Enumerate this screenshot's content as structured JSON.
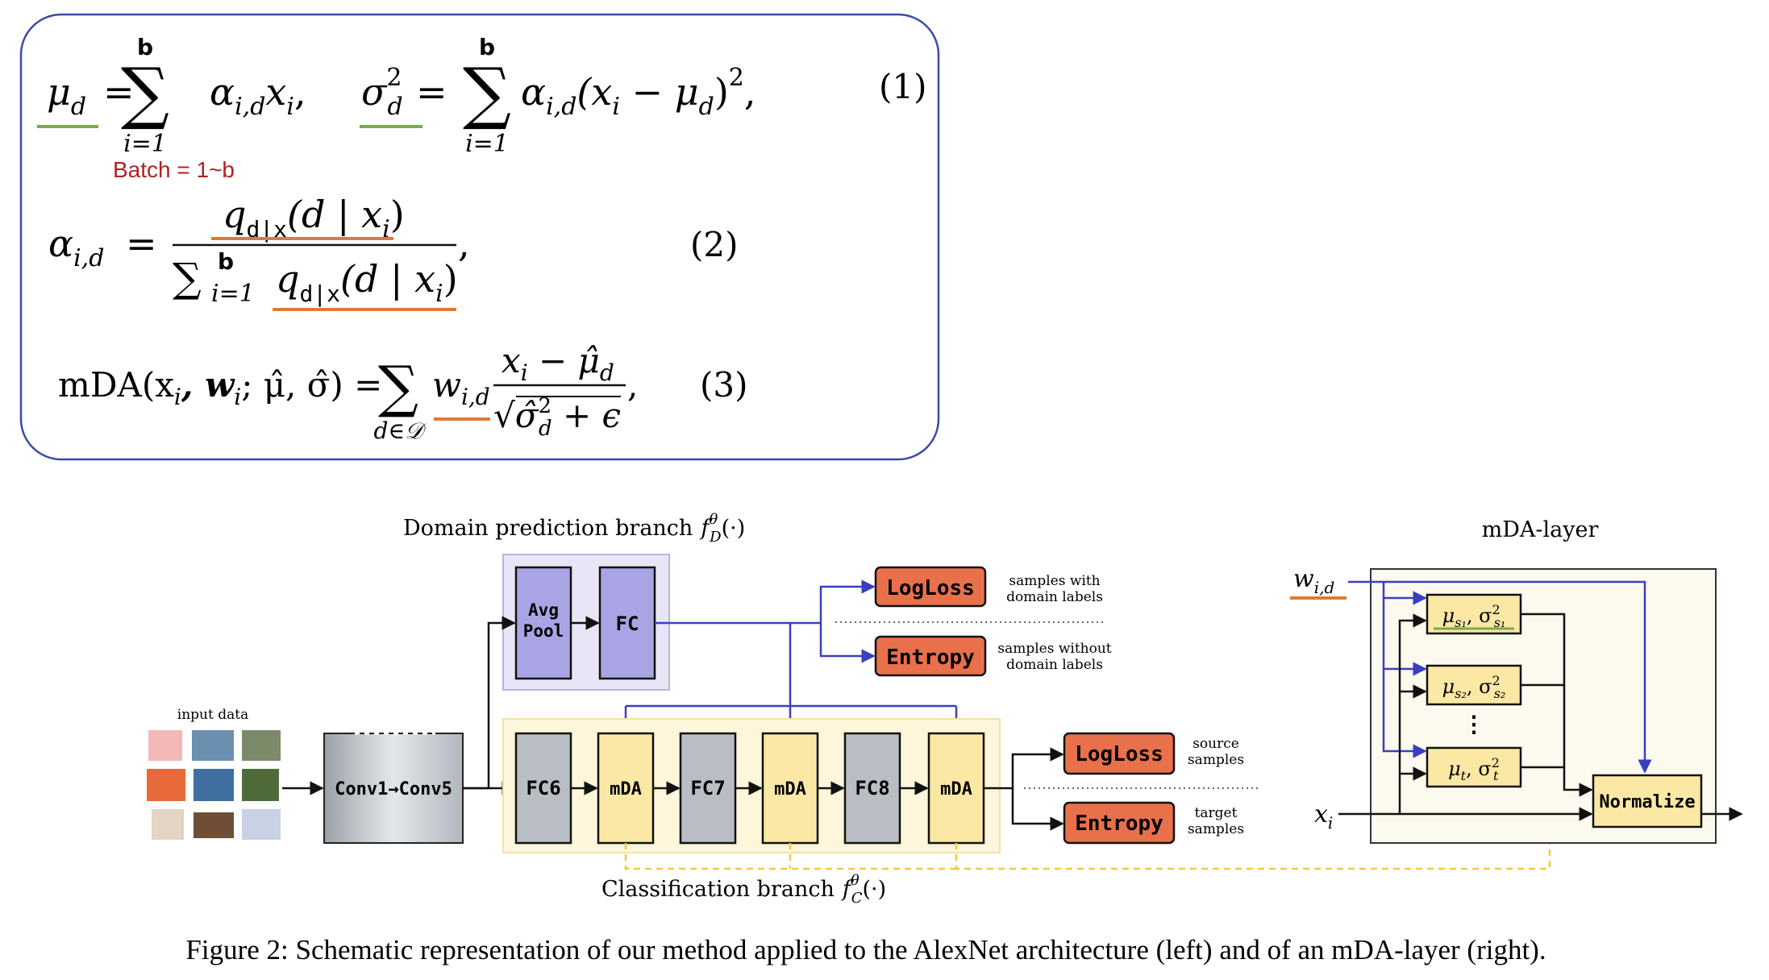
{
  "equations": {
    "eq1": {
      "mu_lhs": "μ",
      "mu_sub": "d",
      "equals": "=",
      "sum": "∑",
      "sum_top": "b",
      "sum_bottom": "i=1",
      "term": "α",
      "term_sub": "i,d",
      "term_x": "x",
      "term_x_sub": "i",
      "comma": ",",
      "sigma_lhs": "σ",
      "sigma_sup": "2",
      "sigma_sub": "d",
      "term2_alpha": "α",
      "term2_alpha_sub": "i,d",
      "term2_paren": "(x",
      "term2_xi_sub": "i",
      "term2_minus": " − μ",
      "term2_mu_sub": "d",
      "term2_close": ")",
      "term2_sq": "2",
      "term2_comma": ",",
      "number": "(1)",
      "batch_note": "Batch = 1~b"
    },
    "eq2": {
      "alpha": "α",
      "alpha_sub": "i,d",
      "equals": "=",
      "num_q": "q",
      "num_q_sub": "d|x",
      "num_arg": "(d | x",
      "num_arg_sub": "i",
      "num_close": ")",
      "den_sum": "∑",
      "den_sum_top": "b",
      "den_sum_bottom": "i=1",
      "den_q": "q",
      "den_q_sub": "d|x",
      "den_arg": "(d | x",
      "den_arg_sub": "i",
      "den_close": ")",
      "comma": ",",
      "number": "(2)"
    },
    "eq3": {
      "lhs": "mDA(x",
      "lhs_sub": "i",
      "lhs_rest": ", w",
      "lhs_w_sub": "i",
      "lhs_tail": "; μ̂, σ̂) =",
      "sum": "∑",
      "sum_bottom": "d∈𝒟",
      "w": "w",
      "w_sub": "i,d",
      "num": "x",
      "num_sub": "i",
      "num_rest": " − μ̂",
      "num_mu_sub": "d",
      "den": "√",
      "den_sigma": "σ̂",
      "den_sup": "2",
      "den_sub": "d",
      "den_rest": " + ϵ",
      "comma": ",",
      "number": "(3)"
    }
  },
  "diagram": {
    "domain_branch_title": "Domain prediction branch",
    "domain_branch_math": "f",
    "domain_branch_sup": "θ",
    "domain_branch_sub": "D",
    "domain_branch_arg": "(·)",
    "classification_branch_title": "Classification branch",
    "classification_branch_math": "f",
    "classification_branch_sup": "θ",
    "classification_branch_sub": "C",
    "classification_branch_arg": "(·)",
    "input_label": "input data",
    "conv_label": "Conv1→Conv5",
    "avgpool_line1": "Avg",
    "avgpool_line2": "Pool",
    "fc_label": "FC",
    "fc6": "FC6",
    "fc7": "FC7",
    "fc8": "FC8",
    "mda": "mDA",
    "logloss": "LogLoss",
    "entropy": "Entropy",
    "domain_logloss_note_1": "samples with",
    "domain_logloss_note_2": "domain labels",
    "domain_entropy_note_1": "samples without",
    "domain_entropy_note_2": "domain labels",
    "class_logloss_note_1": "source",
    "class_logloss_note_2": "samples",
    "class_entropy_note_1": "target",
    "class_entropy_note_2": "samples",
    "mda_layer_title": "mDA-layer",
    "w_label": "w",
    "w_sub": "i,d",
    "x_label": "x",
    "x_sub": "i",
    "stat1": "μ",
    "stat1_sub": "s₁",
    "stat1_sigma": ", σ",
    "stat1_sigma_sub": "s₁",
    "stat1_sigma_sup": "2",
    "stat2": "μ",
    "stat2_sub": "s₂",
    "stat2_sigma": ", σ",
    "stat2_sigma_sub": "s₂",
    "stat2_sigma_sup": "2",
    "stat3": "μ",
    "stat3_sub": "t",
    "stat3_sigma": ", σ",
    "stat3_sigma_sub": "t",
    "stat3_sigma_sup": "2",
    "vdots": "⋮",
    "normalize": "Normalize"
  },
  "caption": "Figure 2: Schematic representation of our method applied to the AlexNet architecture (left) and of an mDA-layer (right).",
  "colors": {
    "box_border": "#3b4aa8",
    "green_underline": "#7aab4e",
    "orange_underline": "#e07a36",
    "batch_red": "#b22222",
    "blue_arrow": "#3a3fbf",
    "domain_bg": "#e8e6f6",
    "domain_box": "#a9a4e3",
    "class_bg": "#fdf6da",
    "mda_box": "#fbe8a4",
    "fc_box": "#b9bec4",
    "loss_box": "#e8704a",
    "mda_layer_bg": "#fcfaee",
    "dashed_yellow": "#f2cc3a"
  }
}
